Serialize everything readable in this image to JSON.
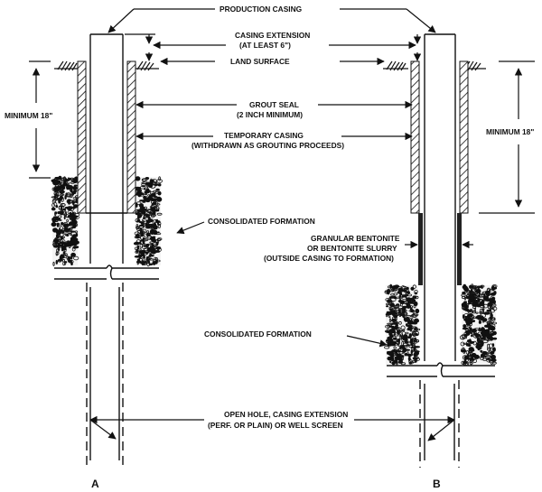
{
  "diagram": {
    "labels": {
      "production_casing": "PRODUCTION CASING",
      "casing_extension": "CASING EXTENSION",
      "at_least_6": "(AT LEAST 6\")",
      "land_surface": "LAND SURFACE",
      "minimum_18_left": "MINIMUM 18\"",
      "minimum_18_right": "MINIMUM 18\"",
      "grout_seal": "GROUT SEAL",
      "two_inch_min": "(2 INCH MINIMUM)",
      "temporary_casing": "TEMPORARY CASING",
      "withdrawn": "(WITHDRAWN AS GROUTING PROCEEDS)",
      "consolidated_formation_a": "CONSOLIDATED FORMATION",
      "granular_bentonite": "GRANULAR BENTONITE",
      "or_bentonite_slurry": "OR BENTONITE SLURRY",
      "outside_casing": "(OUTSIDE CASING TO FORMATION)",
      "consolidated_formation_b": "CONSOLIDATED FORMATION",
      "open_hole_line1": "OPEN HOLE, CASING EXTENSION",
      "open_hole_line2": "(PERF. OR PLAIN)  OR WELL SCREEN",
      "panel_a": "A",
      "panel_b": "B"
    },
    "colors": {
      "ink": "#111111",
      "background": "#ffffff"
    }
  }
}
